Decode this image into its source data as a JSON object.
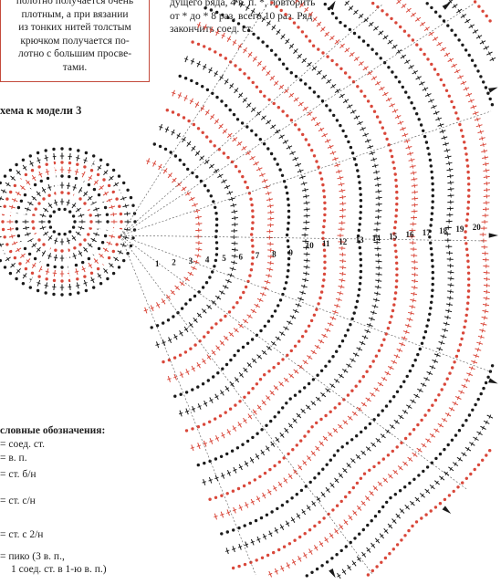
{
  "note": {
    "lines": [
      "полотно получается очень",
      "плотным, а при вязании",
      "из тонких нитей толстым",
      "крючком получается по-",
      "лотно с большим просве-",
      "тами."
    ]
  },
  "instruction": {
    "lines": [
      "дущего ряда, 4 в. п. *, повторить",
      "от * до * 8 раз, всего 10 раз. Ряд",
      "закончить соед. ст."
    ]
  },
  "scheme_title": "хема к модели 3",
  "row_numbers": [
    "1",
    "2",
    "3",
    "4",
    "5",
    "6",
    "7",
    "8",
    "9",
    "10",
    "11",
    "12",
    "13",
    "14",
    "15",
    "16",
    "17",
    "18",
    "19",
    "20"
  ],
  "legend": {
    "title": "словные обозначения:",
    "items": [
      {
        "label": "= соед. ст."
      },
      {
        "label": "= в. п."
      },
      {
        "label": "= ст. б/н"
      },
      {
        "label": "= ст. с/н"
      },
      {
        "label": "= ст. с 2/н"
      },
      {
        "label": "= пико (3 в. п.,"
      },
      {
        "label": "1 соед. ст. в 1-ю в. п.)"
      }
    ]
  },
  "colors": {
    "red": "#d9473a",
    "black": "#1a1a1a",
    "border": "#c44a3c"
  }
}
